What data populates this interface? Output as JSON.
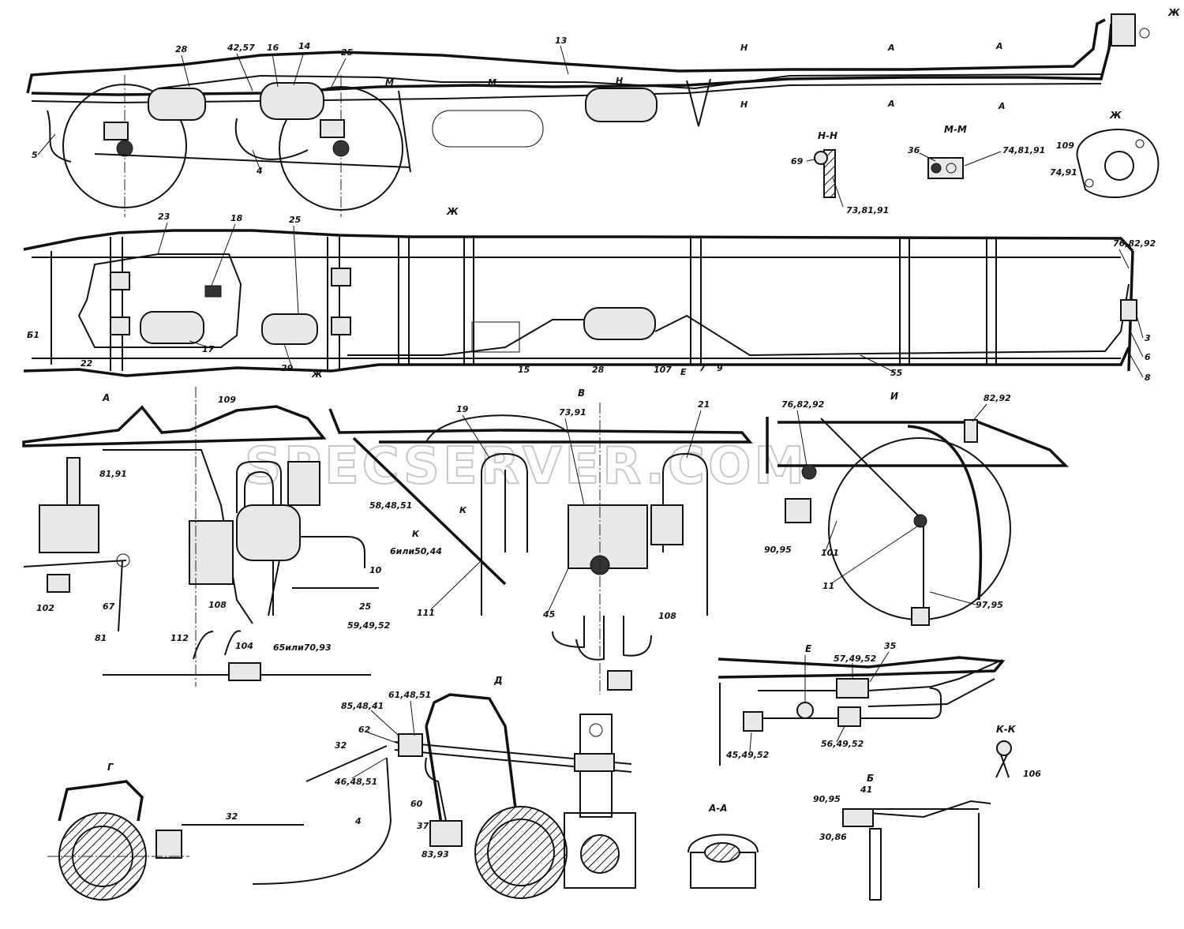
{
  "watermark": "SPECSERVER.COM",
  "colors": {
    "ink": "#111111",
    "watermark": "#c8c8c8",
    "paper": "#ffffff"
  },
  "sections": {
    "top_zh": "Ж",
    "plan_zh": "Ж",
    "a": "А",
    "v": "В",
    "i": "И",
    "e": "Е",
    "d": "Д",
    "g": "Г",
    "b": "Б",
    "nn": "Н-Н",
    "mm": "М-М",
    "aa": "А-А",
    "kk": "К-К",
    "zh_det": "Ж"
  },
  "markers": {
    "n": "Н",
    "m": "М",
    "a": "А",
    "k": "К",
    "zh": "Ж",
    "b1": "Б1",
    "e": "Е"
  },
  "callouts": {
    "c28": "28",
    "c4257": "42,57",
    "c16": "16",
    "c14": "14",
    "c25": "25",
    "c13": "13",
    "c5": "5",
    "c4": "4",
    "c69": "69",
    "c738191": "73,81,91",
    "c36": "36",
    "c748191": "74,81,91",
    "c109": "109",
    "c7491": "74,91",
    "c23": "23",
    "c18": "18",
    "c25b": "25",
    "c768292": "76,82,92",
    "c3": "3",
    "c6": "6",
    "c8": "8",
    "c55": "55",
    "c9": "9",
    "c7": "7",
    "c107": "107",
    "c28b": "28",
    "c15": "15",
    "c29": "29",
    "c17": "17",
    "c22": "22",
    "c109a": "109",
    "c8191": "81,91",
    "c584851": "58,48,51",
    "c10": "10",
    "c25c": "25",
    "c594952": "59,49,52",
    "c65": "65или70,93",
    "c104": "104",
    "c112": "112",
    "c108": "108",
    "c81": "81",
    "c67": "67",
    "c102": "102",
    "c19": "19",
    "c7391": "73,91",
    "c21": "21",
    "c6a": "6или50,44",
    "c111": "111",
    "c45": "45",
    "c108b": "108",
    "c768292b": "76,82,92",
    "c8292": "82,92",
    "c9095": "90,95",
    "c101": "101",
    "c11": "11",
    "c9795": "97,95",
    "c574952": "57,49,52",
    "c35": "35",
    "c454952": "45,49,52",
    "c564952": "56,49,52",
    "c106": "106",
    "c854841": "85,48,41",
    "c614851": "61,48,51",
    "c62": "62",
    "c32": "32",
    "c464851": "46,48,51",
    "c4b": "4",
    "c60": "60",
    "c37": "37",
    "c8393": "83,93",
    "c32b": "32",
    "c9095b": "90,95",
    "c41": "41",
    "c3086": "30,86"
  }
}
